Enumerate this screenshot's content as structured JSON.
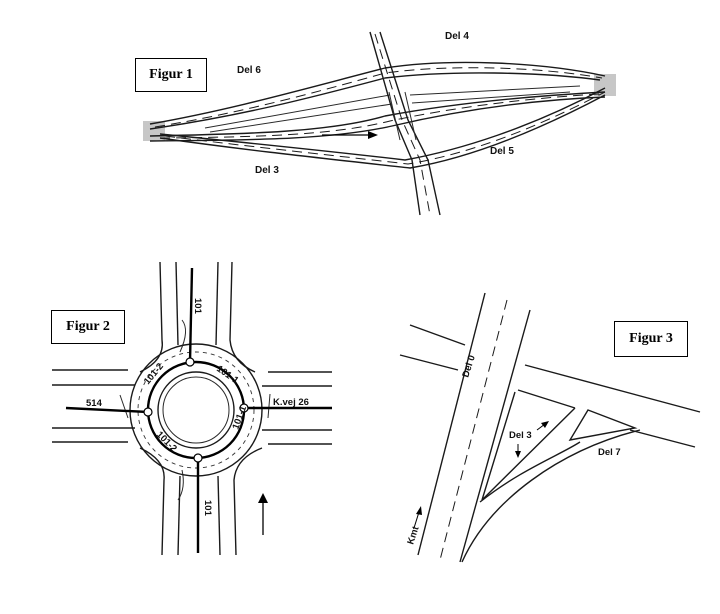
{
  "figures": {
    "fig1": {
      "title": "Figur 1",
      "labels": {
        "del6": "Del 6",
        "del4": "Del 4",
        "del5": "Del 5",
        "del3": "Del 3"
      }
    },
    "fig2": {
      "title": "Figur 2",
      "labels": {
        "north": "101",
        "south": "101",
        "west": "514",
        "east": "K.vej  26",
        "nw": "101-2",
        "ne": "101-1",
        "sw": "101-2",
        "se": "101-1"
      }
    },
    "fig3": {
      "title": "Figur 3",
      "labels": {
        "del0": "Del 0",
        "del3": "Del 3",
        "del7": "Del 7",
        "kmt": "Kmt"
      }
    }
  }
}
